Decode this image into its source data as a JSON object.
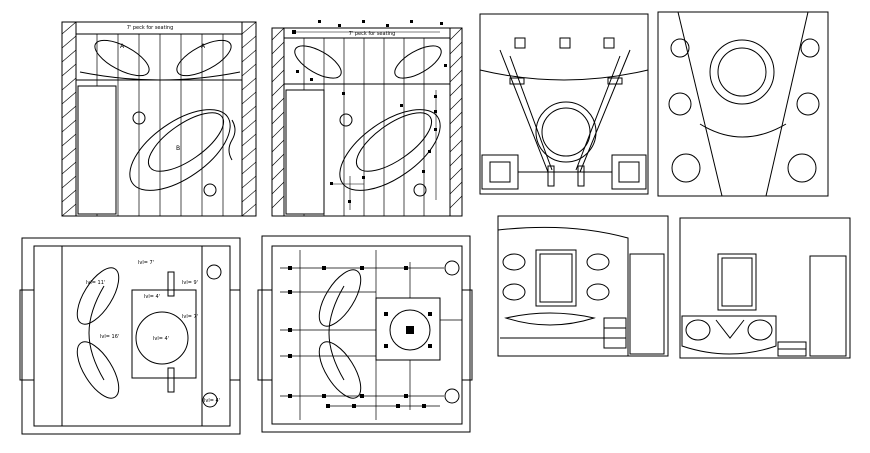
{
  "drawings": {
    "elevation_a": {
      "header_note": "7' peck for seating",
      "tag_a_left": "A",
      "tag_a_right": "A",
      "tag_b": "B"
    },
    "elevation_b": {
      "header_note": "7' peck for seating"
    },
    "ceiling_plan": {
      "dim_7": "lvl= 7'",
      "dim_11": "lvl= 11'",
      "dim_4_top": "lvl= 4'",
      "dim_9": "lvl= 9'",
      "dim_7b": "lvl= 7'",
      "dim_16": "lvl= 16'",
      "dim_4_center": "lvl= 4'",
      "dim_4_corner": "lvl= 4'"
    }
  },
  "colors": {
    "line": "#000000",
    "background": "#ffffff"
  }
}
